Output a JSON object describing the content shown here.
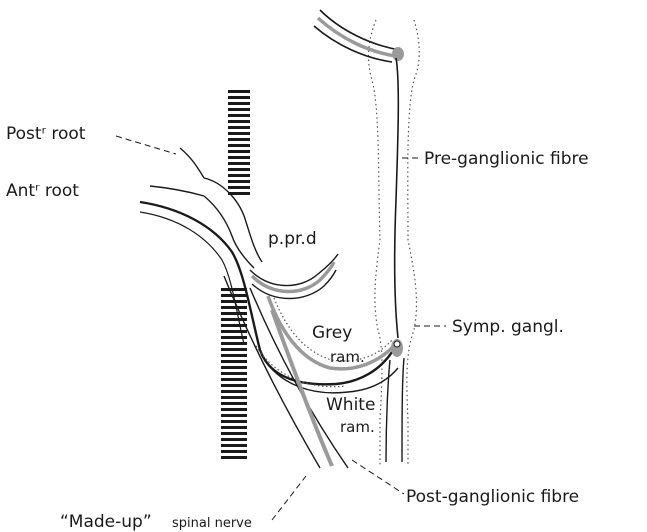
{
  "labels": {
    "post_root": "Postʳ root",
    "ant_root": "Antʳ root",
    "pprd": "p.pr.d",
    "grey_ram_1": "Grey",
    "grey_ram_2": "ram.",
    "white_ram_1": "White",
    "white_ram_2": "ram.",
    "pre_ganglionic": "Pre-ganglionic fibre",
    "symp_gangl": "Symp. gangl.",
    "post_ganglionic": "Post-ganglionic fibre",
    "made_up_big": "“Made-up”",
    "made_up_small": "spinal nerve"
  },
  "colors": {
    "ink": "#1a1a1a",
    "grey_fibre": "#9a9a9a",
    "dotted": "#555555"
  }
}
